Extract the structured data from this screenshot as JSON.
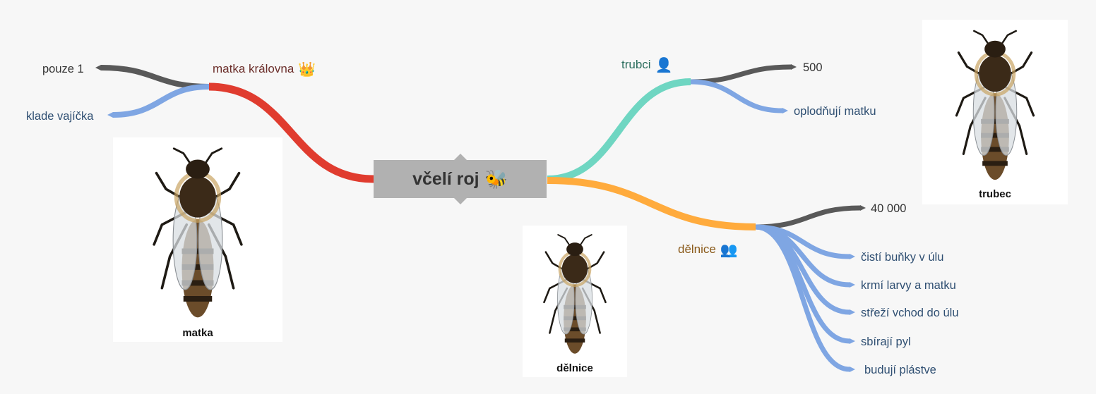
{
  "center": {
    "label": "včelí roj",
    "icon": "bee-icon"
  },
  "branches": {
    "queen": {
      "label": "matka královna",
      "icon": "crown-icon",
      "color": "#e03c2f",
      "children": [
        "pouze 1",
        "klade vajíčka"
      ]
    },
    "drones": {
      "label": "trubci",
      "icon": "person-icon",
      "color": "#6fd6c2",
      "children": [
        "500",
        "oplodňují matku"
      ]
    },
    "workers": {
      "label": "dělnice",
      "icon": "people-icon",
      "color": "#ffab3d",
      "children": [
        "40 000",
        "čistí buňky v úlu",
        "krmí larvy a matku",
        "střeží vchod do úlu",
        "sbírají pyl",
        "budují plástve"
      ]
    }
  },
  "images": {
    "queen": {
      "caption": "matka",
      "icon": "queen-bee-illustration"
    },
    "drone": {
      "caption": "trubec",
      "icon": "drone-bee-illustration"
    },
    "worker": {
      "caption": "dělnice",
      "icon": "worker-bee-illustration"
    }
  },
  "colors": {
    "gray_link": "#595959",
    "blue_link": "#7fa6e3",
    "center_bg": "#b1b1b1"
  }
}
